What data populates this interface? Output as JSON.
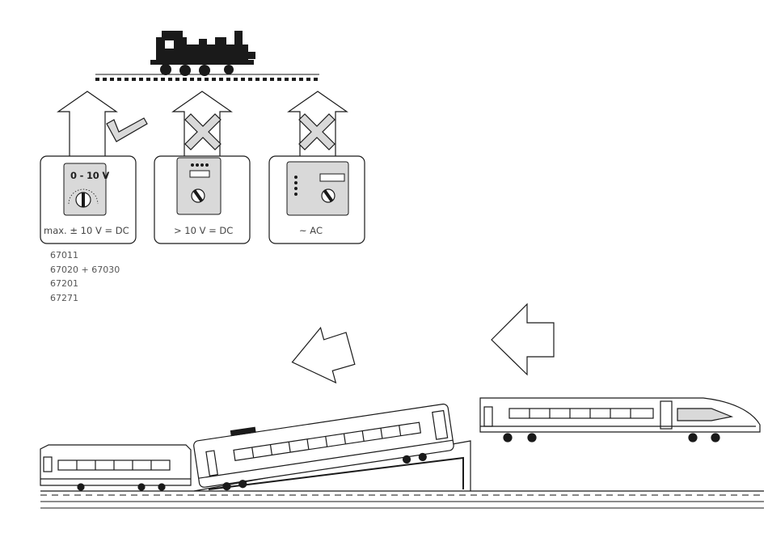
{
  "controllers": [
    {
      "id": "dc-10v",
      "scale_text": "0 - 10 V",
      "caption": "max. ± 10 V = DC",
      "verdict": "allowed"
    },
    {
      "id": "dc-over-10v",
      "scale_text": "",
      "caption": "> 10 V = DC",
      "verdict": "not-allowed"
    },
    {
      "id": "ac",
      "scale_text": "",
      "caption": "~ AC",
      "verdict": "not-allowed"
    }
  ],
  "compatible_models": [
    "67011",
    "67020 + 67030",
    "67201",
    "67271"
  ],
  "colors": {
    "stroke": "#1a1a1a",
    "fill_gray": "#d9d9d9",
    "locomotive": "#1a1a1a"
  },
  "icons": [
    "steam-locomotive-icon",
    "check-mark-icon",
    "cross-mark-icon",
    "up-arrow-icon",
    "left-arrow-icon",
    "ice-train-icon",
    "rerailer-ramp-icon"
  ]
}
